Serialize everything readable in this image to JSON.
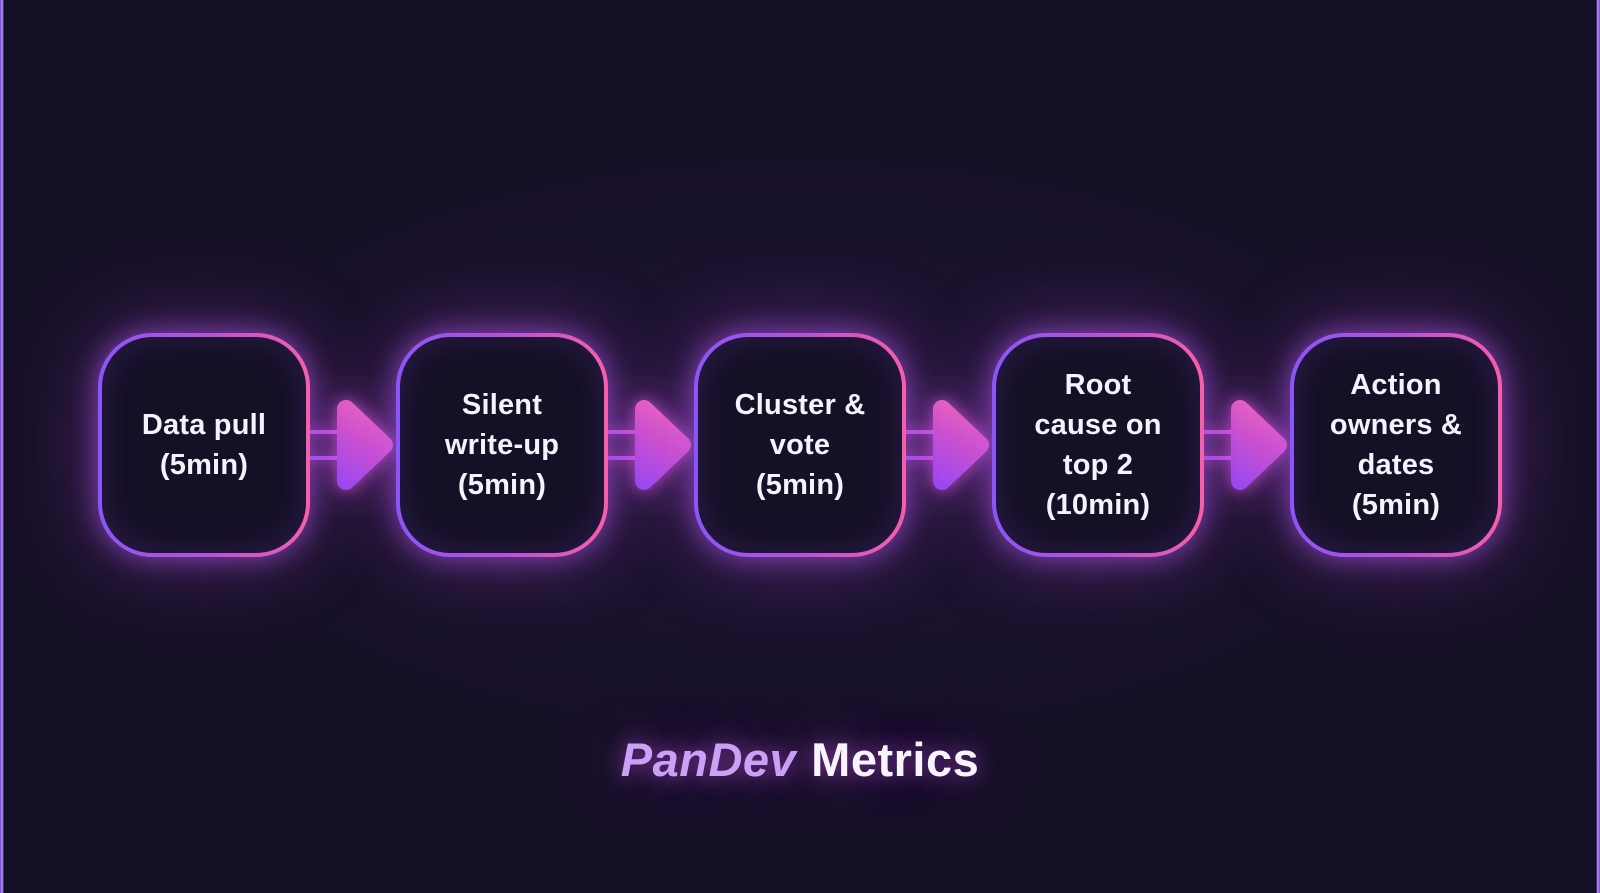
{
  "canvas": {
    "background": "#161027",
    "edge_stripe_color": "#a583f2"
  },
  "flow": {
    "border_gradient": {
      "from": "#8a56f7",
      "to": "#f75fa8"
    },
    "arrow_gradient": {
      "from": "#9146f8",
      "to": "#fb6fb5"
    },
    "text_color": "#f4f2fa",
    "steps": [
      {
        "text": "Data pull\n(5min)"
      },
      {
        "text": "Silent\nwrite-up\n(5min)"
      },
      {
        "text": "Cluster &\nvote\n(5min)"
      },
      {
        "text": "Root\ncause on\ntop 2\n(10min)"
      },
      {
        "text": "Action\nowners &\ndates\n(5min)"
      }
    ]
  },
  "footer": {
    "brand": "PanDev",
    "title": "Metrics",
    "brand_color": "#c9a1f7",
    "title_color": "#f8f4fd"
  }
}
